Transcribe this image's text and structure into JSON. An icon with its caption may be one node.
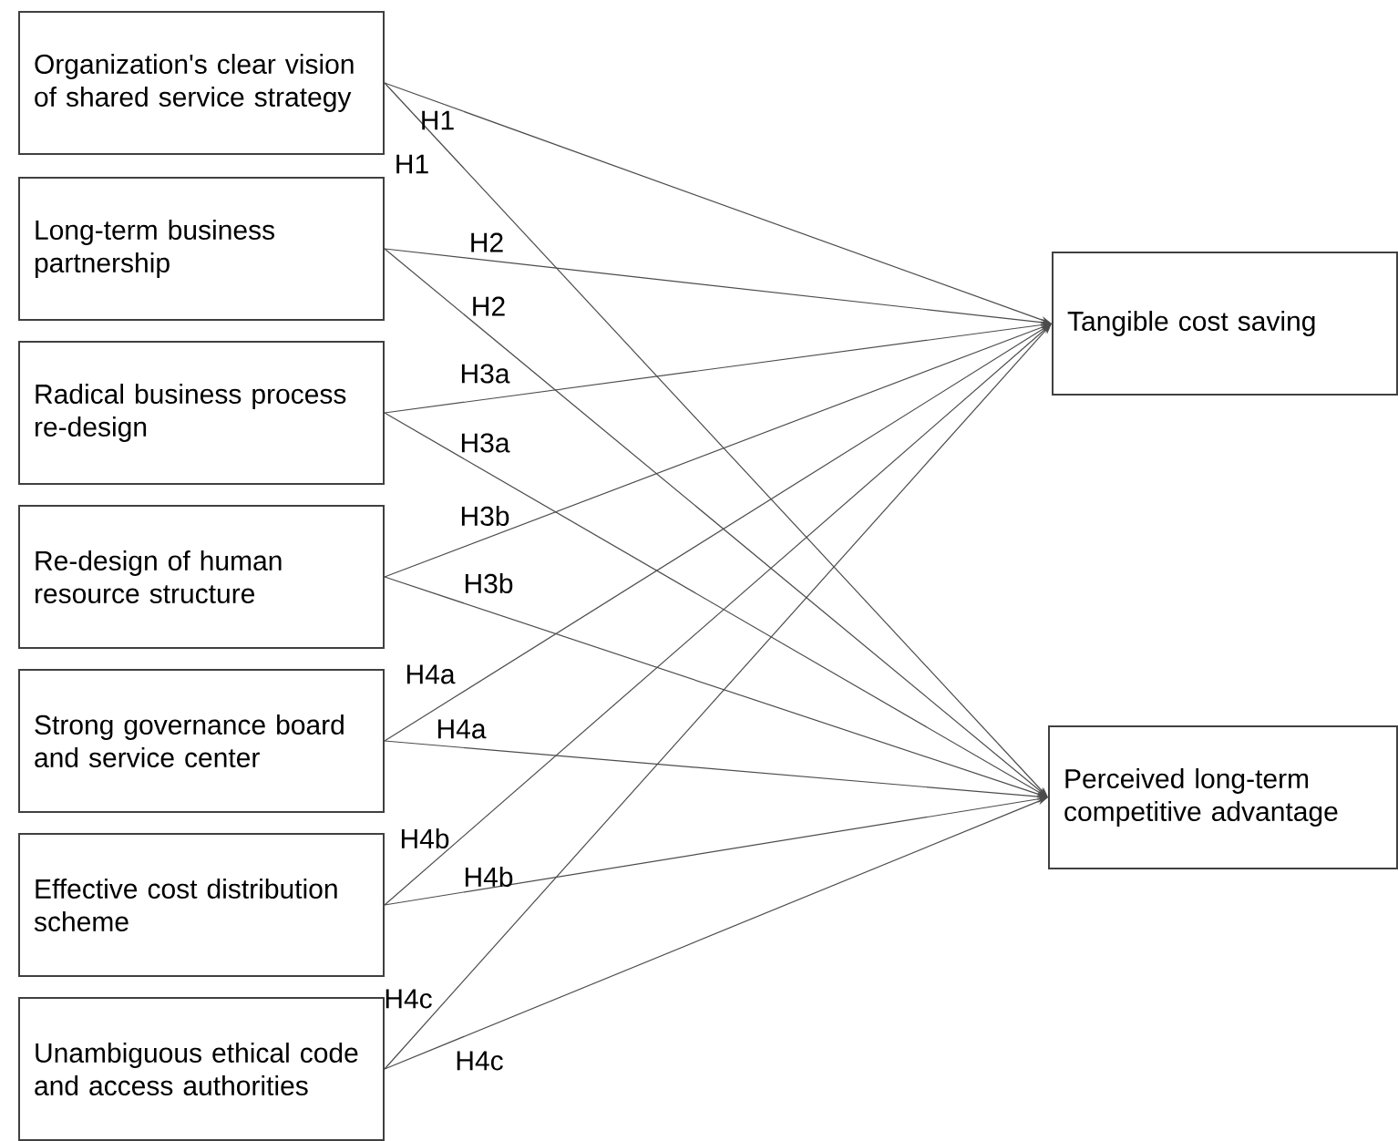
{
  "diagram": {
    "nodes": [
      {
        "text": [
          "Organization's clear vision of shared service strategy"
        ]
      },
      {
        "text": [
          "Long-term business partnership"
        ]
      },
      {
        "text": [
          "Radical business process re-design"
        ]
      },
      {
        "text": [
          "Re-design of human resource structure"
        ]
      },
      {
        "text": [
          "Strong governance board and service center"
        ]
      },
      {
        "text": [
          "Effective cost distribution scheme"
        ]
      },
      {
        "text": [
          "Unambiguous ethical code and access authorities"
        ]
      },
      {
        "text": [
          "Tangible cost saving"
        ]
      },
      {
        "text": [
          "Perceived long-term competitive advantage"
        ]
      }
    ],
    "edges": [
      {
        "from": 0,
        "to": 7,
        "arrow": "to",
        "label": "H1"
      },
      {
        "from": 0,
        "to": 8,
        "arrow": "to",
        "label": "H1"
      },
      {
        "from": 1,
        "to": 7,
        "arrow": "to",
        "label": "H2"
      },
      {
        "from": 1,
        "to": 8,
        "arrow": "to",
        "label": "H2"
      },
      {
        "from": 2,
        "to": 7,
        "arrow": "to",
        "label": "H3a"
      },
      {
        "from": 2,
        "to": 8,
        "arrow": "to",
        "label": "H3a"
      },
      {
        "from": 3,
        "to": 7,
        "arrow": "to",
        "label": "H3b"
      },
      {
        "from": 3,
        "to": 8,
        "arrow": "to",
        "label": "H3b"
      },
      {
        "from": 4,
        "to": 7,
        "arrow": "to",
        "label": "H4a"
      },
      {
        "from": 4,
        "to": 8,
        "arrow": "to",
        "label": "H4a"
      },
      {
        "from": 5,
        "to": 7,
        "arrow": "to",
        "label": "H4b"
      },
      {
        "from": 5,
        "to": 8,
        "arrow": "to",
        "label": "H4b"
      },
      {
        "from": 6,
        "to": 7,
        "arrow": "to",
        "label": "H4c"
      },
      {
        "from": 6,
        "to": 8,
        "arrow": "to",
        "label": "H4c"
      }
    ]
  }
}
